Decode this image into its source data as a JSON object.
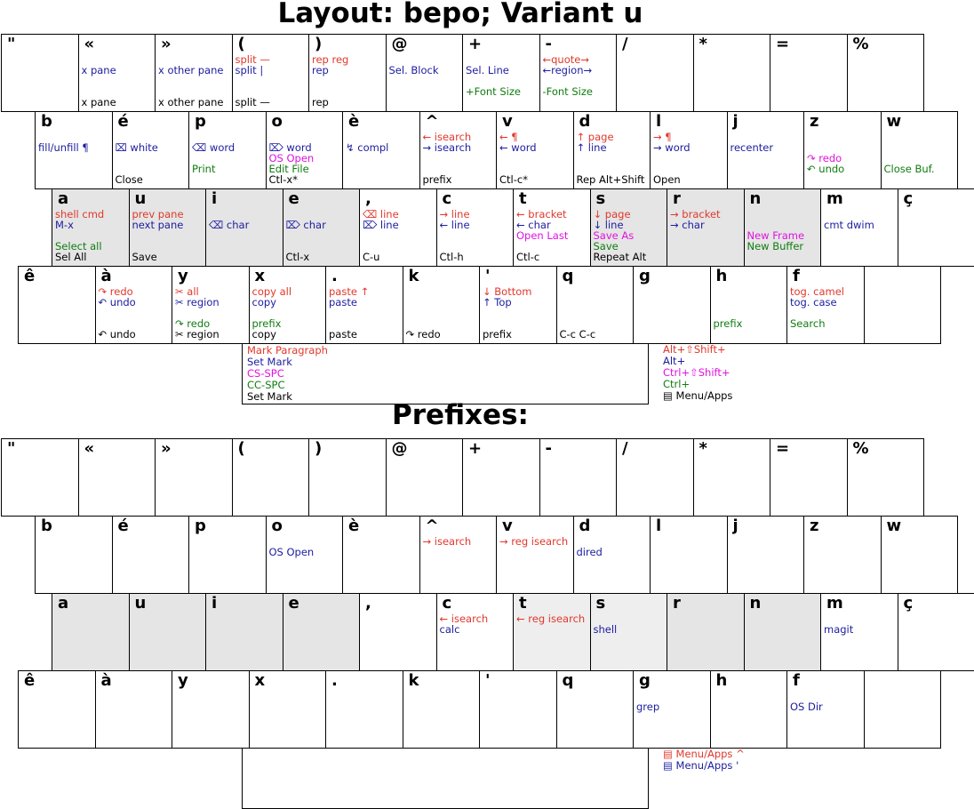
{
  "title_layout": "Layout: bepo; Variant u",
  "title_prefixes": "Prefixes:",
  "colors": {
    "red": "#e0382b",
    "blue": "#1c1ca0",
    "green": "#107c10",
    "magenta": "#e012e0",
    "black": "#000000",
    "gray_key": "#e5e5e5"
  },
  "layout_keys": [
    {
      "label": "\"",
      "lines": []
    },
    {
      "label": "«",
      "lines": [
        {
          "t": "x pane",
          "c": "blue",
          "y": 34
        },
        {
          "t": "x pane",
          "c": "black",
          "y": 70
        }
      ]
    },
    {
      "label": "»",
      "lines": [
        {
          "t": "x other pane",
          "c": "blue",
          "y": 34
        },
        {
          "t": "x other pane",
          "c": "black",
          "y": 70
        }
      ]
    },
    {
      "label": "(",
      "lines": [
        {
          "t": "split —",
          "c": "red",
          "y": 22
        },
        {
          "t": "split |",
          "c": "blue",
          "y": 34
        },
        {
          "t": "split —",
          "c": "black",
          "y": 70
        }
      ]
    },
    {
      "label": ")",
      "lines": [
        {
          "t": "rep reg",
          "c": "red",
          "y": 22
        },
        {
          "t": "rep",
          "c": "blue",
          "y": 34
        },
        {
          "t": "rep",
          "c": "black",
          "y": 70
        }
      ]
    },
    {
      "label": "@",
      "lines": [
        {
          "t": "Sel. Block",
          "c": "blue",
          "y": 34
        }
      ]
    },
    {
      "label": "+",
      "lines": [
        {
          "t": "Sel. Line",
          "c": "blue",
          "y": 34
        },
        {
          "t": "+Font Size",
          "c": "green",
          "y": 58
        }
      ]
    },
    {
      "label": "-",
      "lines": [
        {
          "t": "←quote→",
          "c": "red",
          "y": 22
        },
        {
          "t": "←region→",
          "c": "blue",
          "y": 34
        },
        {
          "t": "-Font Size",
          "c": "green",
          "y": 58
        }
      ]
    },
    {
      "label": "/",
      "lines": []
    },
    {
      "label": "*",
      "lines": []
    },
    {
      "label": "=",
      "lines": []
    },
    {
      "label": "%",
      "lines": []
    },
    {
      "label": "b",
      "lines": [
        {
          "t": "fill/unfill ¶",
          "c": "blue",
          "y": 34
        }
      ]
    },
    {
      "label": "é",
      "lines": [
        {
          "t": "⌧ white",
          "c": "blue",
          "y": 34
        },
        {
          "t": "Close",
          "c": "black",
          "y": 70
        }
      ]
    },
    {
      "label": "p",
      "lines": [
        {
          "t": "⌫ word",
          "c": "blue",
          "y": 34
        },
        {
          "t": "Print",
          "c": "green",
          "y": 58
        }
      ]
    },
    {
      "label": "o",
      "lines": [
        {
          "t": "⌦ word",
          "c": "blue",
          "y": 34
        },
        {
          "t": "OS Open",
          "c": "magenta",
          "y": 46
        },
        {
          "t": "Edit File",
          "c": "green",
          "y": 58
        },
        {
          "t": "Ctl-x*",
          "c": "black",
          "y": 70
        }
      ]
    },
    {
      "label": "è",
      "lines": [
        {
          "t": "↯ compl",
          "c": "blue",
          "y": 34
        }
      ]
    },
    {
      "label": "^",
      "lines": [
        {
          "t": "← isearch",
          "c": "red",
          "y": 22
        },
        {
          "t": "→ isearch",
          "c": "blue",
          "y": 34
        },
        {
          "t": "prefix",
          "c": "black",
          "y": 70
        }
      ]
    },
    {
      "label": "v",
      "lines": [
        {
          "t": "← ¶",
          "c": "red",
          "y": 22
        },
        {
          "t": "← word",
          "c": "blue",
          "y": 34
        },
        {
          "t": "Ctl-c*",
          "c": "black",
          "y": 70
        }
      ]
    },
    {
      "label": "d",
      "lines": [
        {
          "t": "↑ page",
          "c": "red",
          "y": 22
        },
        {
          "t": "↑ line",
          "c": "blue",
          "y": 34
        },
        {
          "t": "Rep Alt+Shift",
          "c": "black",
          "y": 70
        }
      ]
    },
    {
      "label": "l",
      "lines": [
        {
          "t": "→ ¶",
          "c": "red",
          "y": 22
        },
        {
          "t": "→ word",
          "c": "blue",
          "y": 34
        },
        {
          "t": "Open",
          "c": "black",
          "y": 70
        }
      ]
    },
    {
      "label": "j",
      "lines": [
        {
          "t": "recenter",
          "c": "blue",
          "y": 34
        }
      ]
    },
    {
      "label": "z",
      "lines": [
        {
          "t": "↷ redo",
          "c": "magenta",
          "y": 46
        },
        {
          "t": "↶ undo",
          "c": "green",
          "y": 58
        }
      ]
    },
    {
      "label": "w",
      "lines": [
        {
          "t": "Close Buf.",
          "c": "green",
          "y": 58
        }
      ]
    },
    {
      "label": "a",
      "lines": [
        {
          "t": "shell cmd",
          "c": "red",
          "y": 22
        },
        {
          "t": "M-x",
          "c": "blue",
          "y": 34
        },
        {
          "t": "Select all",
          "c": "green",
          "y": 58
        },
        {
          "t": "Sel All",
          "c": "black",
          "y": 70
        }
      ]
    },
    {
      "label": "u",
      "lines": [
        {
          "t": "prev pane",
          "c": "red",
          "y": 22
        },
        {
          "t": "next pane",
          "c": "blue",
          "y": 34
        },
        {
          "t": "Save",
          "c": "black",
          "y": 70
        }
      ]
    },
    {
      "label": "i",
      "lines": [
        {
          "t": "⌫ char",
          "c": "blue",
          "y": 34
        }
      ]
    },
    {
      "label": "e",
      "lines": [
        {
          "t": "⌦ char",
          "c": "blue",
          "y": 34
        },
        {
          "t": "Ctl-x",
          "c": "black",
          "y": 70
        }
      ]
    },
    {
      "label": ",",
      "lines": [
        {
          "t": "⌫ line",
          "c": "red",
          "y": 22
        },
        {
          "t": "⌦ line",
          "c": "blue",
          "y": 34
        },
        {
          "t": "C-u",
          "c": "black",
          "y": 70
        }
      ]
    },
    {
      "label": "c",
      "lines": [
        {
          "t": "→ line",
          "c": "red",
          "y": 22
        },
        {
          "t": "← line",
          "c": "blue",
          "y": 34
        },
        {
          "t": "Ctl-h",
          "c": "black",
          "y": 70
        }
      ]
    },
    {
      "label": "t",
      "lines": [
        {
          "t": "← bracket",
          "c": "red",
          "y": 22
        },
        {
          "t": "← char",
          "c": "blue",
          "y": 34
        },
        {
          "t": "Open Last",
          "c": "magenta",
          "y": 46
        },
        {
          "t": "Ctl-c",
          "c": "black",
          "y": 70
        }
      ]
    },
    {
      "label": "s",
      "lines": [
        {
          "t": "↓ page",
          "c": "red",
          "y": 22
        },
        {
          "t": "↓ line",
          "c": "blue",
          "y": 34
        },
        {
          "t": "Save As",
          "c": "magenta",
          "y": 46
        },
        {
          "t": "Save",
          "c": "green",
          "y": 58
        },
        {
          "t": "Repeat Alt",
          "c": "black",
          "y": 70
        }
      ]
    },
    {
      "label": "r",
      "lines": [
        {
          "t": "→ bracket",
          "c": "red",
          "y": 22
        },
        {
          "t": "→ char",
          "c": "blue",
          "y": 34
        }
      ]
    },
    {
      "label": "n",
      "lines": [
        {
          "t": "New Frame",
          "c": "magenta",
          "y": 46
        },
        {
          "t": "New Buffer",
          "c": "green",
          "y": 58
        }
      ]
    },
    {
      "label": "m",
      "lines": [
        {
          "t": "cmt dwim",
          "c": "blue",
          "y": 34
        }
      ]
    },
    {
      "label": "ç",
      "lines": []
    },
    {
      "label": "ê",
      "lines": []
    },
    {
      "label": "à",
      "lines": [
        {
          "t": "↷ redo",
          "c": "red",
          "y": 22
        },
        {
          "t": "↶ undo",
          "c": "blue",
          "y": 34
        },
        {
          "t": "↶ undo",
          "c": "black",
          "y": 70
        }
      ]
    },
    {
      "label": "y",
      "lines": [
        {
          "t": "✂ all",
          "c": "red",
          "y": 22
        },
        {
          "t": "✂ region",
          "c": "blue",
          "y": 34
        },
        {
          "t": "↷ redo",
          "c": "green",
          "y": 58
        },
        {
          "t": "✂ region",
          "c": "black",
          "y": 70
        }
      ]
    },
    {
      "label": "x",
      "lines": [
        {
          "t": "copy all",
          "c": "red",
          "y": 22
        },
        {
          "t": "copy",
          "c": "blue",
          "y": 34
        },
        {
          "t": "prefix",
          "c": "green",
          "y": 58
        },
        {
          "t": "copy",
          "c": "black",
          "y": 70
        }
      ]
    },
    {
      "label": ".",
      "lines": [
        {
          "t": "paste ↑",
          "c": "red",
          "y": 22
        },
        {
          "t": "paste",
          "c": "blue",
          "y": 34
        },
        {
          "t": "paste",
          "c": "black",
          "y": 70
        }
      ]
    },
    {
      "label": "k",
      "lines": [
        {
          "t": "↷ redo",
          "c": "black",
          "y": 70
        }
      ]
    },
    {
      "label": "'",
      "lines": [
        {
          "t": "↓ Bottom",
          "c": "red",
          "y": 22
        },
        {
          "t": "↑ Top",
          "c": "blue",
          "y": 34
        },
        {
          "t": "prefix",
          "c": "black",
          "y": 70
        }
      ]
    },
    {
      "label": "q",
      "lines": [
        {
          "t": "C-c C-c",
          "c": "black",
          "y": 70
        }
      ]
    },
    {
      "label": "g",
      "lines": []
    },
    {
      "label": "h",
      "lines": [
        {
          "t": "prefix",
          "c": "green",
          "y": 58
        }
      ]
    },
    {
      "label": "f",
      "lines": [
        {
          "t": "tog. camel",
          "c": "red",
          "y": 22
        },
        {
          "t": "tog. case",
          "c": "blue",
          "y": 34
        },
        {
          "t": "Search",
          "c": "green",
          "y": 58
        }
      ]
    },
    {
      "label": "",
      "lines": []
    }
  ],
  "layout_space_lines": [
    {
      "t": "Mark Paragraph",
      "c": "red"
    },
    {
      "t": "Set Mark",
      "c": "blue"
    },
    {
      "t": "CS-SPC",
      "c": "magenta"
    },
    {
      "t": "CC-SPC",
      "c": "green"
    },
    {
      "t": "Set Mark",
      "c": "black"
    }
  ],
  "layout_legend": [
    {
      "t": "Alt+⇧Shift+",
      "c": "red"
    },
    {
      "t": "Alt+",
      "c": "blue"
    },
    {
      "t": "Ctrl+⇧Shift+",
      "c": "magenta"
    },
    {
      "t": "Ctrl+",
      "c": "green"
    },
    {
      "t": "▤ Menu/Apps",
      "c": "black"
    }
  ],
  "prefix_keys": [
    {
      "label": "\"",
      "lines": []
    },
    {
      "label": "«",
      "lines": []
    },
    {
      "label": "»",
      "lines": []
    },
    {
      "label": "(",
      "lines": []
    },
    {
      "label": ")",
      "lines": []
    },
    {
      "label": "@",
      "lines": []
    },
    {
      "label": "+",
      "lines": []
    },
    {
      "label": "-",
      "lines": []
    },
    {
      "label": "/",
      "lines": []
    },
    {
      "label": "*",
      "lines": []
    },
    {
      "label": "=",
      "lines": []
    },
    {
      "label": "%",
      "lines": []
    },
    {
      "label": "b",
      "lines": []
    },
    {
      "label": "é",
      "lines": []
    },
    {
      "label": "p",
      "lines": []
    },
    {
      "label": "o",
      "lines": [
        {
          "t": "OS Open",
          "c": "blue",
          "y": 34
        }
      ]
    },
    {
      "label": "è",
      "lines": []
    },
    {
      "label": "^",
      "lines": [
        {
          "t": "→ isearch",
          "c": "red",
          "y": 22
        }
      ]
    },
    {
      "label": "v",
      "lines": [
        {
          "t": "→ reg isearch",
          "c": "red",
          "y": 22
        }
      ]
    },
    {
      "label": "d",
      "lines": [
        {
          "t": "dired",
          "c": "blue",
          "y": 34
        }
      ]
    },
    {
      "label": "l",
      "lines": []
    },
    {
      "label": "j",
      "lines": []
    },
    {
      "label": "z",
      "lines": []
    },
    {
      "label": "w",
      "lines": []
    },
    {
      "label": "a",
      "lines": []
    },
    {
      "label": "u",
      "lines": []
    },
    {
      "label": "i",
      "lines": []
    },
    {
      "label": "e",
      "lines": []
    },
    {
      "label": ",",
      "lines": []
    },
    {
      "label": "c",
      "lines": [
        {
          "t": "← isearch",
          "c": "red",
          "y": 22
        },
        {
          "t": "calc",
          "c": "blue",
          "y": 34
        }
      ]
    },
    {
      "label": "t",
      "lines": [
        {
          "t": "← reg isearch",
          "c": "red",
          "y": 22
        }
      ]
    },
    {
      "label": "s",
      "lines": [
        {
          "t": "shell",
          "c": "blue",
          "y": 34
        }
      ]
    },
    {
      "label": "r",
      "lines": []
    },
    {
      "label": "n",
      "lines": []
    },
    {
      "label": "m",
      "lines": [
        {
          "t": "magit",
          "c": "blue",
          "y": 34
        }
      ]
    },
    {
      "label": "ç",
      "lines": []
    },
    {
      "label": "ê",
      "lines": []
    },
    {
      "label": "à",
      "lines": []
    },
    {
      "label": "y",
      "lines": []
    },
    {
      "label": "x",
      "lines": []
    },
    {
      "label": ".",
      "lines": []
    },
    {
      "label": "k",
      "lines": []
    },
    {
      "label": "'",
      "lines": []
    },
    {
      "label": "q",
      "lines": []
    },
    {
      "label": "g",
      "lines": [
        {
          "t": "grep",
          "c": "blue",
          "y": 34
        }
      ]
    },
    {
      "label": "h",
      "lines": []
    },
    {
      "label": "f",
      "lines": [
        {
          "t": "OS Dir",
          "c": "blue",
          "y": 34
        }
      ]
    },
    {
      "label": "",
      "lines": []
    }
  ],
  "prefix_legend": [
    {
      "t": "▤ Menu/Apps ^",
      "c": "red"
    },
    {
      "t": "▤ Menu/Apps '",
      "c": "blue"
    }
  ]
}
